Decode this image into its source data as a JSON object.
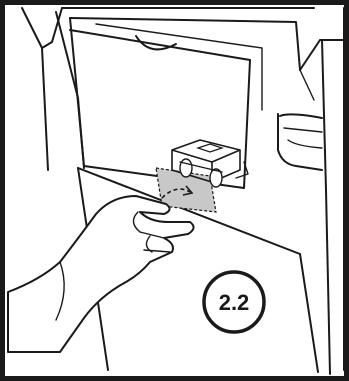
{
  "step_label": "2.2",
  "colors": {
    "frame": "#1a1a1a",
    "line": "#1a1a1a",
    "background": "#ffffff",
    "highlight": "#c8c8c8"
  },
  "icons": [
    "outer-frame",
    "printer-panel",
    "panel-handle-icon",
    "side-latch-icon",
    "roller-part-icon",
    "hand-icon",
    "insertion-arrow-icon",
    "step-badge"
  ]
}
